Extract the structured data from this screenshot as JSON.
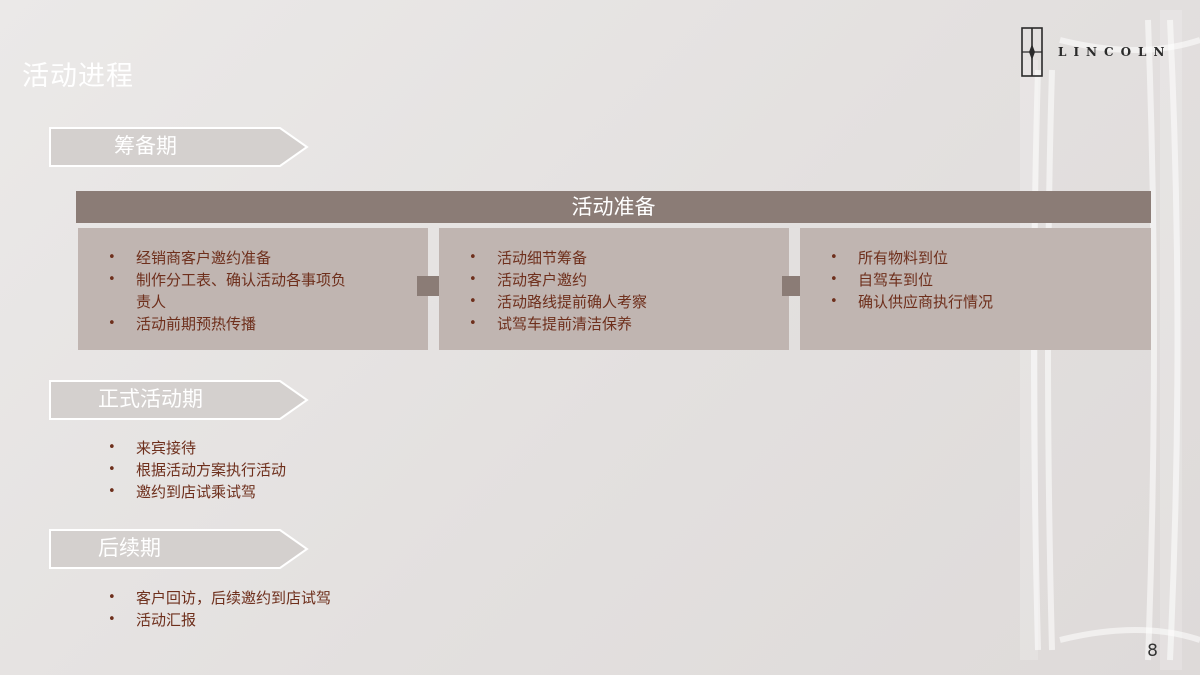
{
  "title": "活动进程",
  "logo": {
    "text": "LINCOLN"
  },
  "phases": {
    "prep": {
      "label": "筹备期"
    },
    "formal": {
      "label": "正式活动期"
    },
    "follow": {
      "label": "后续期"
    }
  },
  "prep_header": "活动准备",
  "prep_columns": [
    [
      "经销商客户邀约准备",
      "制作分工表、确认活动各事项负责人",
      "活动前期预热传播"
    ],
    [
      "活动细节筹备",
      "活动客户邀约",
      "活动路线提前确人考察",
      "试驾车提前清洁保养"
    ],
    [
      "所有物料到位",
      "自驾车到位",
      "确认供应商执行情况"
    ]
  ],
  "formal_items": [
    "来宾接待",
    "根据活动方案执行活动",
    "邀约到店试乘试驾"
  ],
  "follow_items": [
    "客户回访，后续邀约到店试驾",
    "活动汇报"
  ],
  "page_number": "8",
  "colors": {
    "accent_dark": "#8b7c76",
    "box_fill": "#c0b5b1",
    "text_brown": "#6e2f1c",
    "tab_fill": "#d4d0ce"
  }
}
